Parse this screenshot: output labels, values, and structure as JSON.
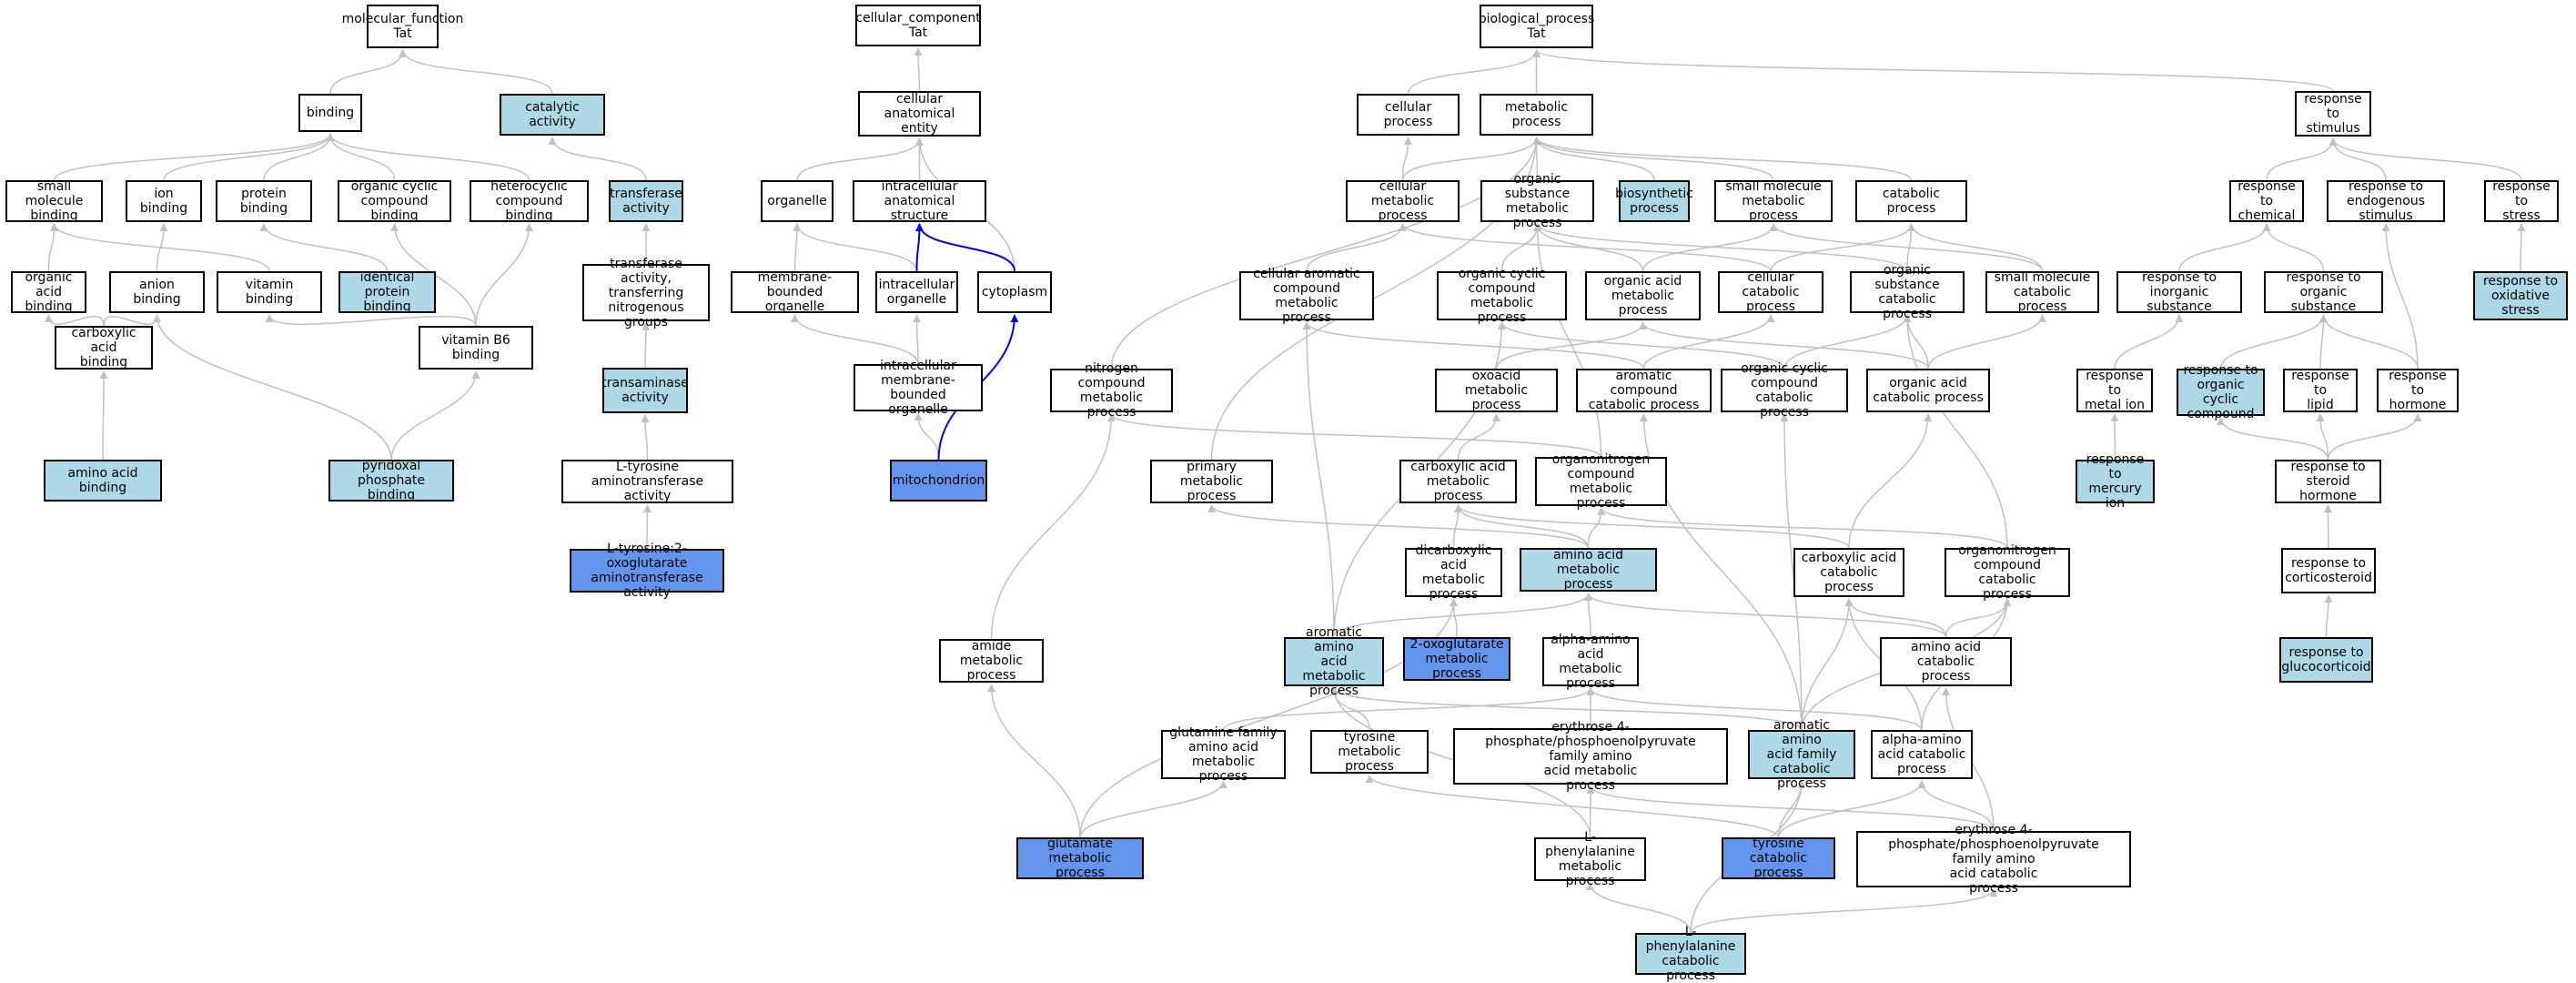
{
  "colors": {
    "default_fill": "#ffffff",
    "light_fill": "#add8e6",
    "dark_fill": "#6495ed",
    "edge_gray": "#c0c0c0",
    "edge_blue": "#0000ff",
    "border": "#000000"
  },
  "nodes": [
    {
      "id": "mf",
      "label": "molecular_function\nTat",
      "style": "default"
    },
    {
      "id": "binding",
      "label": "binding",
      "style": "default"
    },
    {
      "id": "catalytic",
      "label": "catalytic activity",
      "style": "light"
    },
    {
      "id": "smb",
      "label": "small molecule\nbinding",
      "style": "default"
    },
    {
      "id": "ionb",
      "label": "ion binding",
      "style": "default"
    },
    {
      "id": "protb",
      "label": "protein binding",
      "style": "default"
    },
    {
      "id": "occb",
      "label": "organic cyclic\ncompound binding",
      "style": "default"
    },
    {
      "id": "hetb",
      "label": "heterocyclic\ncompound binding",
      "style": "default"
    },
    {
      "id": "transferase",
      "label": "transferase\nactivity",
      "style": "light"
    },
    {
      "id": "oab",
      "label": "organic acid\nbinding",
      "style": "default"
    },
    {
      "id": "anionb",
      "label": "anion binding",
      "style": "default"
    },
    {
      "id": "vitb",
      "label": "vitamin binding",
      "style": "default"
    },
    {
      "id": "idprot",
      "label": "identical protein\nbinding",
      "style": "light"
    },
    {
      "id": "transN",
      "label": "transferase\nactivity, transferring\nnitrogenous\ngroups",
      "style": "default"
    },
    {
      "id": "cab",
      "label": "carboxylic acid\nbinding",
      "style": "default"
    },
    {
      "id": "vb6",
      "label": "vitamin B6 binding",
      "style": "default"
    },
    {
      "id": "transaminase",
      "label": "transaminase\nactivity",
      "style": "light"
    },
    {
      "id": "aab",
      "label": "amino acid binding",
      "style": "light"
    },
    {
      "id": "plp",
      "label": "pyridoxal phosphate\nbinding",
      "style": "light"
    },
    {
      "id": "ltyrAT",
      "label": "L-tyrosine aminotransferase\nactivity",
      "style": "default"
    },
    {
      "id": "ltyr2og",
      "label": "L-tyrosine:2-oxoglutarate\naminotransferase\nactivity",
      "style": "dark"
    },
    {
      "id": "cc",
      "label": "cellular_component\nTat",
      "style": "default"
    },
    {
      "id": "cae",
      "label": "cellular anatomical\nentity",
      "style": "default"
    },
    {
      "id": "organelle",
      "label": "organelle",
      "style": "default"
    },
    {
      "id": "ias",
      "label": "intracellular\nanatomical structure",
      "style": "default"
    },
    {
      "id": "mbo",
      "label": "membrane-bounded\norganelle",
      "style": "default"
    },
    {
      "id": "io",
      "label": "intracellular\norganelle",
      "style": "default"
    },
    {
      "id": "cyto",
      "label": "cytoplasm",
      "style": "default"
    },
    {
      "id": "imbo",
      "label": "intracellular\nmembrane-bounded\norganelle",
      "style": "default"
    },
    {
      "id": "mito",
      "label": "mitochondrion",
      "style": "dark"
    },
    {
      "id": "bp",
      "label": "biological_process\nTat",
      "style": "default"
    },
    {
      "id": "cellp",
      "label": "cellular process",
      "style": "default"
    },
    {
      "id": "metp",
      "label": "metabolic process",
      "style": "default"
    },
    {
      "id": "rstim",
      "label": "response to\nstimulus",
      "style": "default"
    },
    {
      "id": "cmp",
      "label": "cellular metabolic\nprocess",
      "style": "default"
    },
    {
      "id": "osmp",
      "label": "organic substance\nmetabolic process",
      "style": "default"
    },
    {
      "id": "biosyn",
      "label": "biosynthetic\nprocess",
      "style": "light"
    },
    {
      "id": "smmp",
      "label": "small molecule\nmetabolic process",
      "style": "default"
    },
    {
      "id": "catp",
      "label": "catabolic process",
      "style": "default"
    },
    {
      "id": "rchem",
      "label": "response to\nchemical",
      "style": "default"
    },
    {
      "id": "rendo",
      "label": "response to\nendogenous stimulus",
      "style": "default"
    },
    {
      "id": "rstress",
      "label": "response to\nstress",
      "style": "default"
    },
    {
      "id": "cacmp",
      "label": "cellular aromatic\ncompound metabolic\nprocess",
      "style": "default"
    },
    {
      "id": "occmp",
      "label": "organic cyclic\ncompound metabolic\nprocess",
      "style": "default"
    },
    {
      "id": "oamp",
      "label": "organic acid\nmetabolic process",
      "style": "default"
    },
    {
      "id": "ccp",
      "label": "cellular catabolic\nprocess",
      "style": "default"
    },
    {
      "id": "oscp",
      "label": "organic substance\ncatabolic process",
      "style": "default"
    },
    {
      "id": "smcp",
      "label": "small molecule\ncatabolic process",
      "style": "default"
    },
    {
      "id": "rinorg",
      "label": "response to\ninorganic substance",
      "style": "default"
    },
    {
      "id": "rorg",
      "label": "response to\norganic substance",
      "style": "default"
    },
    {
      "id": "rox",
      "label": "response to\noxidative stress",
      "style": "light"
    },
    {
      "id": "ncmp",
      "label": "nitrogen compound\nmetabolic process",
      "style": "default"
    },
    {
      "id": "oxoamp",
      "label": "oxoacid metabolic\nprocess",
      "style": "default"
    },
    {
      "id": "accp",
      "label": "aromatic compound\ncatabolic process",
      "style": "default"
    },
    {
      "id": "occcp",
      "label": "organic cyclic\ncompound catabolic\nprocess",
      "style": "default"
    },
    {
      "id": "oacp",
      "label": "organic acid\ncatabolic process",
      "style": "default"
    },
    {
      "id": "rmetal",
      "label": "response to\nmetal ion",
      "style": "default"
    },
    {
      "id": "rocc",
      "label": "response to\norganic cyclic\ncompound",
      "style": "light"
    },
    {
      "id": "rlipid",
      "label": "response to\nlipid",
      "style": "default"
    },
    {
      "id": "rhorm",
      "label": "response to\nhormone",
      "style": "default"
    },
    {
      "id": "pmp",
      "label": "primary metabolic\nprocess",
      "style": "default"
    },
    {
      "id": "camp",
      "label": "carboxylic acid\nmetabolic process",
      "style": "default"
    },
    {
      "id": "oncmp",
      "label": "organonitrogen\ncompound metabolic\nprocess",
      "style": "default"
    },
    {
      "id": "rmerc",
      "label": "response to\nmercury ion",
      "style": "light"
    },
    {
      "id": "rster",
      "label": "response to\nsteroid hormone",
      "style": "default"
    },
    {
      "id": "dcamp",
      "label": "dicarboxylic\nacid metabolic\nprocess",
      "style": "default"
    },
    {
      "id": "aamp",
      "label": "amino acid metabolic\nprocess",
      "style": "light"
    },
    {
      "id": "cacp",
      "label": "carboxylic acid\ncatabolic process",
      "style": "default"
    },
    {
      "id": "onccp",
      "label": "organonitrogen\ncompound catabolic\nprocess",
      "style": "default"
    },
    {
      "id": "rcort",
      "label": "response to\ncorticosteroid",
      "style": "default"
    },
    {
      "id": "amidemp",
      "label": "amide metabolic\nprocess",
      "style": "default"
    },
    {
      "id": "aromaamp",
      "label": "aromatic amino\nacid metabolic\nprocess",
      "style": "light"
    },
    {
      "id": "oxoglut",
      "label": "2-oxoglutarate\nmetabolic process",
      "style": "dark"
    },
    {
      "id": "alphaamp",
      "label": "alpha-amino\nacid metabolic\nprocess",
      "style": "default"
    },
    {
      "id": "aacp",
      "label": "amino acid catabolic\nprocess",
      "style": "default"
    },
    {
      "id": "rgluco",
      "label": "response to\nglucocorticoid",
      "style": "light"
    },
    {
      "id": "glnfam",
      "label": "glutamine family\namino acid metabolic\nprocess",
      "style": "default"
    },
    {
      "id": "tyrmp",
      "label": "tyrosine metabolic\nprocess",
      "style": "default"
    },
    {
      "id": "e4pmp",
      "label": "erythrose 4-phosphate/phosphoenolpyruvate\nfamily amino\nacid metabolic\nprocess",
      "style": "default"
    },
    {
      "id": "aromacp",
      "label": "aromatic amino\nacid family\ncatabolic process",
      "style": "light"
    },
    {
      "id": "alphaacp",
      "label": "alpha-amino\nacid catabolic\nprocess",
      "style": "default"
    },
    {
      "id": "glutmp",
      "label": "glutamate metabolic\nprocess",
      "style": "dark"
    },
    {
      "id": "lphemp",
      "label": "L-phenylalanine\nmetabolic process",
      "style": "default"
    },
    {
      "id": "tyrcp",
      "label": "tyrosine catabolic\nprocess",
      "style": "dark"
    },
    {
      "id": "e4pcp",
      "label": "erythrose 4-phosphate/phosphoenolpyruvate\nfamily amino\nacid catabolic\nprocess",
      "style": "default"
    },
    {
      "id": "lphecp",
      "label": "L-phenylalanine\ncatabolic process",
      "style": "light"
    }
  ],
  "edges": [
    {
      "from": "binding",
      "to": "mf",
      "color": "gray"
    },
    {
      "from": "catalytic",
      "to": "mf",
      "color": "gray"
    },
    {
      "from": "smb",
      "to": "binding",
      "color": "gray"
    },
    {
      "from": "ionb",
      "to": "binding",
      "color": "gray"
    },
    {
      "from": "protb",
      "to": "binding",
      "color": "gray"
    },
    {
      "from": "occb",
      "to": "binding",
      "color": "gray"
    },
    {
      "from": "hetb",
      "to": "binding",
      "color": "gray"
    },
    {
      "from": "transferase",
      "to": "catalytic",
      "color": "gray"
    },
    {
      "from": "oab",
      "to": "smb",
      "color": "gray"
    },
    {
      "from": "anionb",
      "to": "ionb",
      "color": "gray"
    },
    {
      "from": "vitb",
      "to": "smb",
      "color": "gray"
    },
    {
      "from": "idprot",
      "to": "protb",
      "color": "gray"
    },
    {
      "from": "transN",
      "to": "transferase",
      "color": "gray"
    },
    {
      "from": "cab",
      "to": "oab",
      "color": "gray"
    },
    {
      "from": "cab",
      "to": "anionb",
      "color": "gray"
    },
    {
      "from": "vb6",
      "to": "vitb",
      "color": "gray"
    },
    {
      "from": "vb6",
      "to": "occb",
      "color": "gray"
    },
    {
      "from": "vb6",
      "to": "hetb",
      "color": "gray"
    },
    {
      "from": "transaminase",
      "to": "transN",
      "color": "gray"
    },
    {
      "from": "aab",
      "to": "cab",
      "color": "gray"
    },
    {
      "from": "plp",
      "to": "vb6",
      "color": "gray"
    },
    {
      "from": "plp",
      "to": "anionb",
      "color": "gray"
    },
    {
      "from": "ltyrAT",
      "to": "transaminase",
      "color": "gray"
    },
    {
      "from": "ltyr2og",
      "to": "ltyrAT",
      "color": "gray"
    },
    {
      "from": "cae",
      "to": "cc",
      "color": "gray"
    },
    {
      "from": "organelle",
      "to": "cae",
      "color": "gray"
    },
    {
      "from": "ias",
      "to": "cae",
      "color": "gray"
    },
    {
      "from": "cyto",
      "to": "cae",
      "color": "gray"
    },
    {
      "from": "mbo",
      "to": "organelle",
      "color": "gray"
    },
    {
      "from": "io",
      "to": "organelle",
      "color": "gray"
    },
    {
      "from": "io",
      "to": "ias",
      "color": "blue"
    },
    {
      "from": "cyto",
      "to": "ias",
      "color": "blue"
    },
    {
      "from": "imbo",
      "to": "mbo",
      "color": "gray"
    },
    {
      "from": "imbo",
      "to": "io",
      "color": "gray"
    },
    {
      "from": "mito",
      "to": "imbo",
      "color": "gray"
    },
    {
      "from": "mito",
      "to": "cyto",
      "color": "blue"
    },
    {
      "from": "cellp",
      "to": "bp",
      "color": "gray"
    },
    {
      "from": "metp",
      "to": "bp",
      "color": "gray"
    },
    {
      "from": "rstim",
      "to": "bp",
      "color": "gray"
    },
    {
      "from": "cmp",
      "to": "cellp",
      "color": "gray"
    },
    {
      "from": "cmp",
      "to": "metp",
      "color": "gray"
    },
    {
      "from": "osmp",
      "to": "metp",
      "color": "gray"
    },
    {
      "from": "biosyn",
      "to": "metp",
      "color": "gray"
    },
    {
      "from": "smmp",
      "to": "metp",
      "color": "gray"
    },
    {
      "from": "catp",
      "to": "metp",
      "color": "gray"
    },
    {
      "from": "rchem",
      "to": "rstim",
      "color": "gray"
    },
    {
      "from": "rendo",
      "to": "rstim",
      "color": "gray"
    },
    {
      "from": "rstress",
      "to": "rstim",
      "color": "gray"
    },
    {
      "from": "cacmp",
      "to": "cmp",
      "color": "gray"
    },
    {
      "from": "occmp",
      "to": "osmp",
      "color": "gray"
    },
    {
      "from": "oamp",
      "to": "osmp",
      "color": "gray"
    },
    {
      "from": "oamp",
      "to": "smmp",
      "color": "gray"
    },
    {
      "from": "ccp",
      "to": "cmp",
      "color": "gray"
    },
    {
      "from": "ccp",
      "to": "catp",
      "color": "gray"
    },
    {
      "from": "oscp",
      "to": "osmp",
      "color": "gray"
    },
    {
      "from": "oscp",
      "to": "catp",
      "color": "gray"
    },
    {
      "from": "smcp",
      "to": "smmp",
      "color": "gray"
    },
    {
      "from": "smcp",
      "to": "catp",
      "color": "gray"
    },
    {
      "from": "rinorg",
      "to": "rchem",
      "color": "gray"
    },
    {
      "from": "rorg",
      "to": "rchem",
      "color": "gray"
    },
    {
      "from": "rox",
      "to": "rstress",
      "color": "gray"
    },
    {
      "from": "ncmp",
      "to": "metp",
      "color": "gray"
    },
    {
      "from": "oxoamp",
      "to": "oamp",
      "color": "gray"
    },
    {
      "from": "accp",
      "to": "cacmp",
      "color": "gray"
    },
    {
      "from": "accp",
      "to": "ccp",
      "color": "gray"
    },
    {
      "from": "occcp",
      "to": "occmp",
      "color": "gray"
    },
    {
      "from": "occcp",
      "to": "oscp",
      "color": "gray"
    },
    {
      "from": "oacp",
      "to": "oamp",
      "color": "gray"
    },
    {
      "from": "oacp",
      "to": "oscp",
      "color": "gray"
    },
    {
      "from": "oacp",
      "to": "smcp",
      "color": "gray"
    },
    {
      "from": "rmetal",
      "to": "rinorg",
      "color": "gray"
    },
    {
      "from": "rocc",
      "to": "rorg",
      "color": "gray"
    },
    {
      "from": "rlipid",
      "to": "rorg",
      "color": "gray"
    },
    {
      "from": "rhorm",
      "to": "rorg",
      "color": "gray"
    },
    {
      "from": "rhorm",
      "to": "rendo",
      "color": "gray"
    },
    {
      "from": "pmp",
      "to": "metp",
      "color": "gray"
    },
    {
      "from": "camp",
      "to": "oxoamp",
      "color": "gray"
    },
    {
      "from": "oncmp",
      "to": "ncmp",
      "color": "gray"
    },
    {
      "from": "oncmp",
      "to": "osmp",
      "color": "gray"
    },
    {
      "from": "rmerc",
      "to": "rmetal",
      "color": "gray"
    },
    {
      "from": "rster",
      "to": "rlipid",
      "color": "gray"
    },
    {
      "from": "rster",
      "to": "rhorm",
      "color": "gray"
    },
    {
      "from": "rster",
      "to": "rocc",
      "color": "gray"
    },
    {
      "from": "dcamp",
      "to": "camp",
      "color": "gray"
    },
    {
      "from": "aamp",
      "to": "camp",
      "color": "gray"
    },
    {
      "from": "aamp",
      "to": "oncmp",
      "color": "gray"
    },
    {
      "from": "aamp",
      "to": "pmp",
      "color": "gray"
    },
    {
      "from": "cacp",
      "to": "camp",
      "color": "gray"
    },
    {
      "from": "cacp",
      "to": "oacp",
      "color": "gray"
    },
    {
      "from": "onccp",
      "to": "oncmp",
      "color": "gray"
    },
    {
      "from": "onccp",
      "to": "oscp",
      "color": "gray"
    },
    {
      "from": "rcort",
      "to": "rster",
      "color": "gray"
    },
    {
      "from": "amidemp",
      "to": "ncmp",
      "color": "gray"
    },
    {
      "from": "aromaamp",
      "to": "aamp",
      "color": "gray"
    },
    {
      "from": "aromaamp",
      "to": "cacmp",
      "color": "gray"
    },
    {
      "from": "aromaamp",
      "to": "occmp",
      "color": "gray"
    },
    {
      "from": "oxoglut",
      "to": "dcamp",
      "color": "gray"
    },
    {
      "from": "alphaamp",
      "to": "aamp",
      "color": "gray"
    },
    {
      "from": "aacp",
      "to": "aamp",
      "color": "gray"
    },
    {
      "from": "aacp",
      "to": "cacp",
      "color": "gray"
    },
    {
      "from": "aacp",
      "to": "onccp",
      "color": "gray"
    },
    {
      "from": "rgluco",
      "to": "rcort",
      "color": "gray"
    },
    {
      "from": "glnfam",
      "to": "alphaamp",
      "color": "gray"
    },
    {
      "from": "tyrmp",
      "to": "aromaamp",
      "color": "gray"
    },
    {
      "from": "e4pmp",
      "to": "alphaamp",
      "color": "gray"
    },
    {
      "from": "aromacp",
      "to": "aromaamp",
      "color": "gray"
    },
    {
      "from": "aromacp",
      "to": "accp",
      "color": "gray"
    },
    {
      "from": "aromacp",
      "to": "occcp",
      "color": "gray"
    },
    {
      "from": "aromacp",
      "to": "cacp",
      "color": "gray"
    },
    {
      "from": "aromacp",
      "to": "onccp",
      "color": "gray"
    },
    {
      "from": "alphaacp",
      "to": "alphaamp",
      "color": "gray"
    },
    {
      "from": "alphaacp",
      "to": "cacp",
      "color": "gray"
    },
    {
      "from": "alphaacp",
      "to": "onccp",
      "color": "gray"
    },
    {
      "from": "glutmp",
      "to": "glnfam",
      "color": "gray"
    },
    {
      "from": "glutmp",
      "to": "dcamp",
      "color": "gray"
    },
    {
      "from": "glutmp",
      "to": "amidemp",
      "color": "gray"
    },
    {
      "from": "lphemp",
      "to": "e4pmp",
      "color": "gray"
    },
    {
      "from": "lphemp",
      "to": "aromaamp",
      "color": "gray"
    },
    {
      "from": "tyrcp",
      "to": "tyrmp",
      "color": "gray"
    },
    {
      "from": "tyrcp",
      "to": "aromacp",
      "color": "gray"
    },
    {
      "from": "tyrcp",
      "to": "alphaacp",
      "color": "gray"
    },
    {
      "from": "e4pcp",
      "to": "e4pmp",
      "color": "gray"
    },
    {
      "from": "e4pcp",
      "to": "alphaacp",
      "color": "gray"
    },
    {
      "from": "e4pcp",
      "to": "aacp",
      "color": "gray"
    },
    {
      "from": "lphecp",
      "to": "lphemp",
      "color": "gray"
    },
    {
      "from": "lphecp",
      "to": "aromacp",
      "color": "gray"
    },
    {
      "from": "lphecp",
      "to": "e4pcp",
      "color": "gray"
    }
  ]
}
